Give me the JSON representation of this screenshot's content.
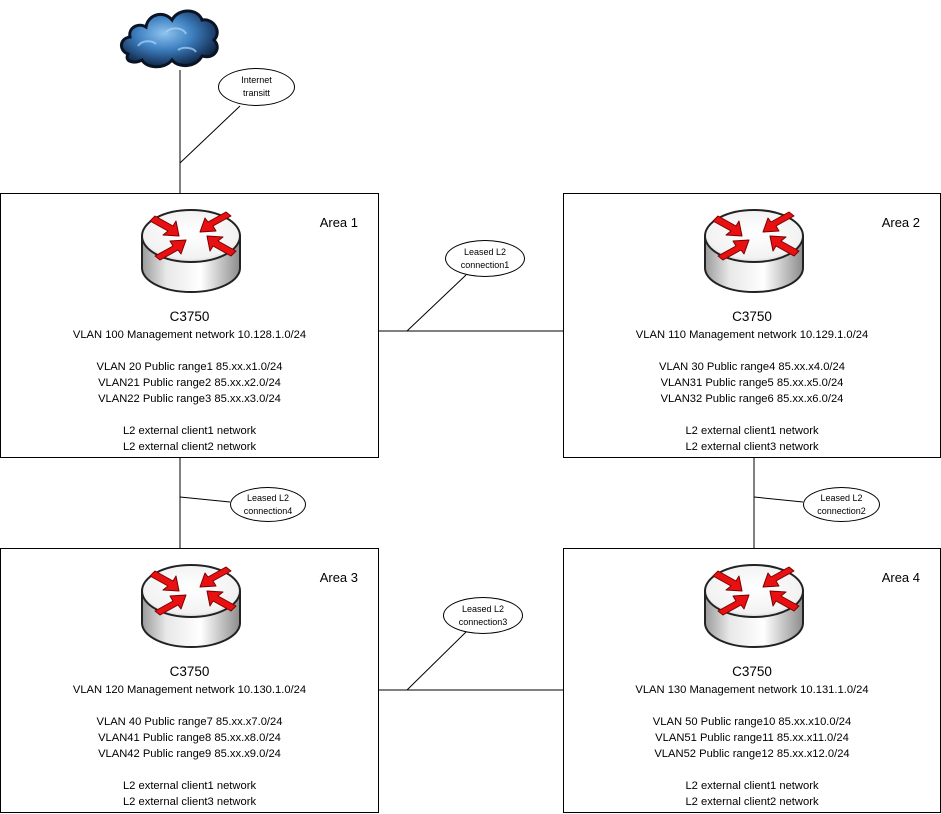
{
  "cloud": {
    "icon": "cloud-icon"
  },
  "callouts": {
    "internet": [
      "Internet",
      "transitt"
    ],
    "connection1": [
      "Leased L2",
      "connection1"
    ],
    "connection2": [
      "Leased L2",
      "connection2"
    ],
    "connection3": [
      "Leased L2",
      "connection3"
    ],
    "connection4": [
      "Leased L2",
      "connection4"
    ]
  },
  "areas": [
    {
      "label": "Area 1",
      "router_icon": "router-icon",
      "model": "C3750",
      "management": "VLAN 100 Management network 10.128.1.0/24",
      "vlans": [
        "VLAN 20 Public range1 85.xx.x1.0/24",
        "VLAN21 Public range2 85.xx.x2.0/24",
        "VLAN22 Public range3 85.xx.x3.0/24"
      ],
      "clients": [
        "L2 external client1 network",
        "L2 external client2 network"
      ]
    },
    {
      "label": "Area 2",
      "router_icon": "router-icon",
      "model": "C3750",
      "management": "VLAN 110 Management network 10.129.1.0/24",
      "vlans": [
        "VLAN 30 Public range4 85.xx.x4.0/24",
        "VLAN31 Public range5 85.xx.x5.0/24",
        "VLAN32 Public range6 85.xx.x6.0/24"
      ],
      "clients": [
        "L2 external client1 network",
        "L2 external client3 network"
      ]
    },
    {
      "label": "Area 3",
      "router_icon": "router-icon",
      "model": "C3750",
      "management": "VLAN 120 Management network 10.130.1.0/24",
      "vlans": [
        "VLAN 40 Public range7 85.xx.x7.0/24",
        "VLAN41 Public range8 85.xx.x8.0/24",
        "VLAN42 Public range9 85.xx.x9.0/24"
      ],
      "clients": [
        "L2 external client1 network",
        "L2 external client3 network"
      ]
    },
    {
      "label": "Area 4",
      "router_icon": "router-icon",
      "model": "C3750",
      "management": "VLAN 130 Management network 10.131.1.0/24",
      "vlans": [
        "VLAN 50 Public range10 85.xx.x10.0/24",
        "VLAN51 Public range11 85.xx.x11.0/24",
        "VLAN52 Public range12 85.xx.x12.0/24"
      ],
      "clients": [
        "L2 external client1 network",
        "L2 external client2 network"
      ]
    }
  ]
}
